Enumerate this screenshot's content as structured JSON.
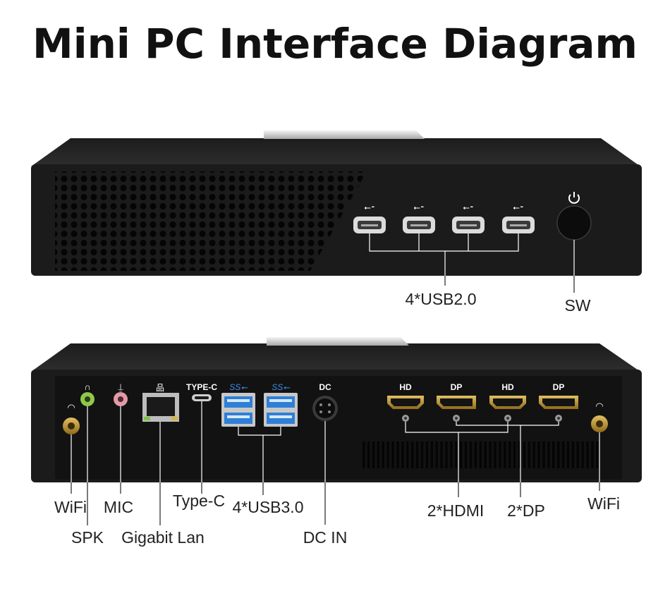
{
  "title": "Mini PC Interface Diagram",
  "front_panel": {
    "callouts": {
      "usb2": "4*USB2.0",
      "power_switch": "SW"
    }
  },
  "rear_panel": {
    "port_labels": {
      "type_c": "TYPE-C",
      "dc": "DC",
      "hd_1": "HD",
      "dp_1": "DP",
      "hd_2": "HD",
      "dp_2": "DP"
    },
    "callouts": {
      "wifi_left": "WiFi",
      "spk": "SPK",
      "mic": "MIC",
      "lan": "Gigabit Lan",
      "type_c": "Type-C",
      "usb3": "4*USB3.0",
      "dc_in": "DC IN",
      "hdmi": "2*HDMI",
      "dp": "2*DP",
      "wifi_right": "WiFi"
    }
  },
  "colors": {
    "case": "#1b1b1b",
    "case_top": "#2a2a2a",
    "usb3_blue": "#2f7fd6",
    "audio_green": "#8fc84a",
    "mic_pink": "#e39aa8",
    "lan_green": "#7fc241",
    "gold": "#b78a2c"
  },
  "icons": [
    "usb-icon",
    "power-icon",
    "headphone-icon",
    "microphone-icon",
    "network-icon",
    "superspeed-usb-icon",
    "wifi-icon"
  ]
}
